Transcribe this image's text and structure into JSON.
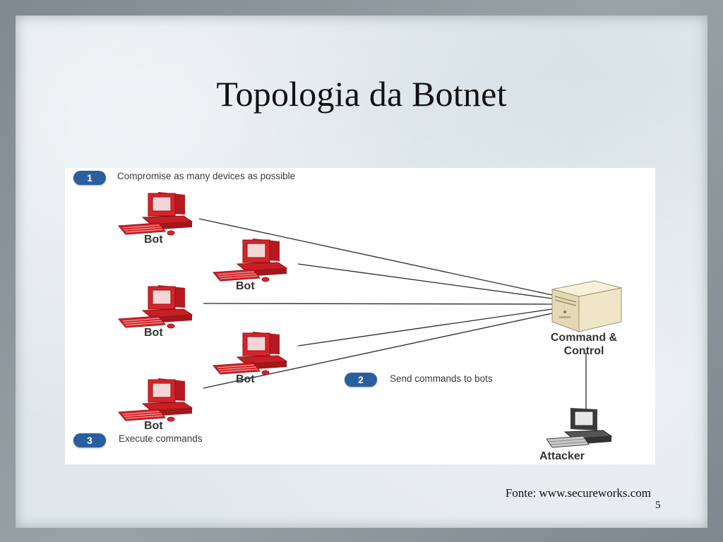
{
  "slide": {
    "title": "Topologia da Botnet",
    "source": "Fonte: www.secureworks.com",
    "page_number": "5"
  },
  "diagram": {
    "steps": [
      {
        "number": "1",
        "text": "Compromise as many devices as possible"
      },
      {
        "number": "2",
        "text": "Send commands to bots"
      },
      {
        "number": "3",
        "text": "Execute commands"
      }
    ],
    "bots": [
      {
        "label": "Bot"
      },
      {
        "label": "Bot"
      },
      {
        "label": "Bot"
      },
      {
        "label": "Bot"
      },
      {
        "label": "Bot"
      }
    ],
    "server": {
      "label_line1": "Command &",
      "label_line2": "Control"
    },
    "attacker": {
      "label": "Attacker"
    }
  },
  "colors": {
    "bot_red": "#d8232a",
    "badge_blue": "#2a5f9e",
    "server_beige": "#efe6c8"
  }
}
